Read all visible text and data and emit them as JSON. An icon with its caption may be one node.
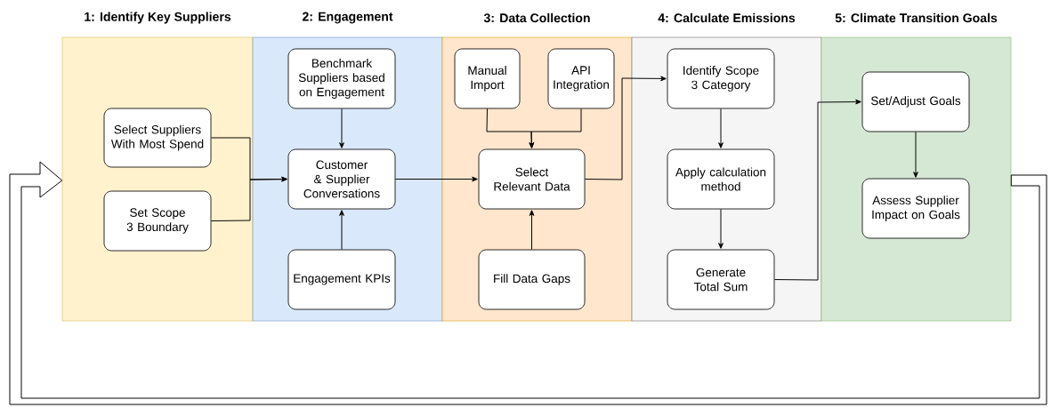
{
  "diagram": {
    "nodes": [
      {
        "text": [
          "1: Identify Key Suppliers"
        ]
      },
      {
        "text": [
          "2: Engagement"
        ]
      },
      {
        "text": [
          "3: Data Collection"
        ]
      },
      {
        "text": [
          "4: Calculate Emissions"
        ]
      },
      {
        "text": [
          "5: Climate Transition Goals"
        ]
      },
      {
        "text": [
          "Select Suppliers With Most Spend"
        ],
        "in": 0
      },
      {
        "text": [
          "Set Scope 3 Boundary"
        ],
        "in": 0
      },
      {
        "text": [
          "Benchmark Suppliers based on Engagement"
        ],
        "in": 1
      },
      {
        "text": [
          "Customer & Supplier Conversations"
        ],
        "in": 1
      },
      {
        "text": [
          "Engagement KPIs"
        ],
        "in": 1
      },
      {
        "text": [
          "Manual Import"
        ],
        "in": 2
      },
      {
        "text": [
          "API Integration"
        ],
        "in": 2
      },
      {
        "text": [
          "Select Relevant Data"
        ],
        "in": 2
      },
      {
        "text": [
          "Fill Data Gaps"
        ],
        "in": 2
      },
      {
        "text": [
          "Identify Scope 3 Category"
        ],
        "in": 3
      },
      {
        "text": [
          "Apply calculation method"
        ],
        "in": 3
      },
      {
        "text": [
          "Generate Total Sum"
        ],
        "in": 3
      },
      {
        "text": [
          "Set/Adjust Goals"
        ],
        "in": 4
      },
      {
        "text": [
          "Assess Supplier Impact on Goals"
        ],
        "in": 4
      }
    ],
    "edges": [
      {
        "from": 5,
        "to": 8,
        "arrow": "to"
      },
      {
        "from": 6,
        "to": 8,
        "arrow": "to"
      },
      {
        "from": 7,
        "to": 8,
        "arrow": "to"
      },
      {
        "from": 9,
        "to": 8,
        "arrow": "to"
      },
      {
        "from": 8,
        "to": 12,
        "arrow": "to"
      },
      {
        "from": 10,
        "to": 12,
        "arrow": "to"
      },
      {
        "from": 11,
        "to": 12,
        "arrow": "to"
      },
      {
        "from": 13,
        "to": 12,
        "arrow": "to"
      },
      {
        "from": 12,
        "to": 14,
        "arrow": "to"
      },
      {
        "from": 14,
        "to": 15,
        "arrow": "to"
      },
      {
        "from": 15,
        "to": 16,
        "arrow": "to"
      },
      {
        "from": 16,
        "to": 17,
        "arrow": "to"
      },
      {
        "from": 17,
        "to": 18,
        "arrow": "to"
      },
      {
        "from": 4,
        "to": 0,
        "arrow": "to"
      }
    ]
  }
}
